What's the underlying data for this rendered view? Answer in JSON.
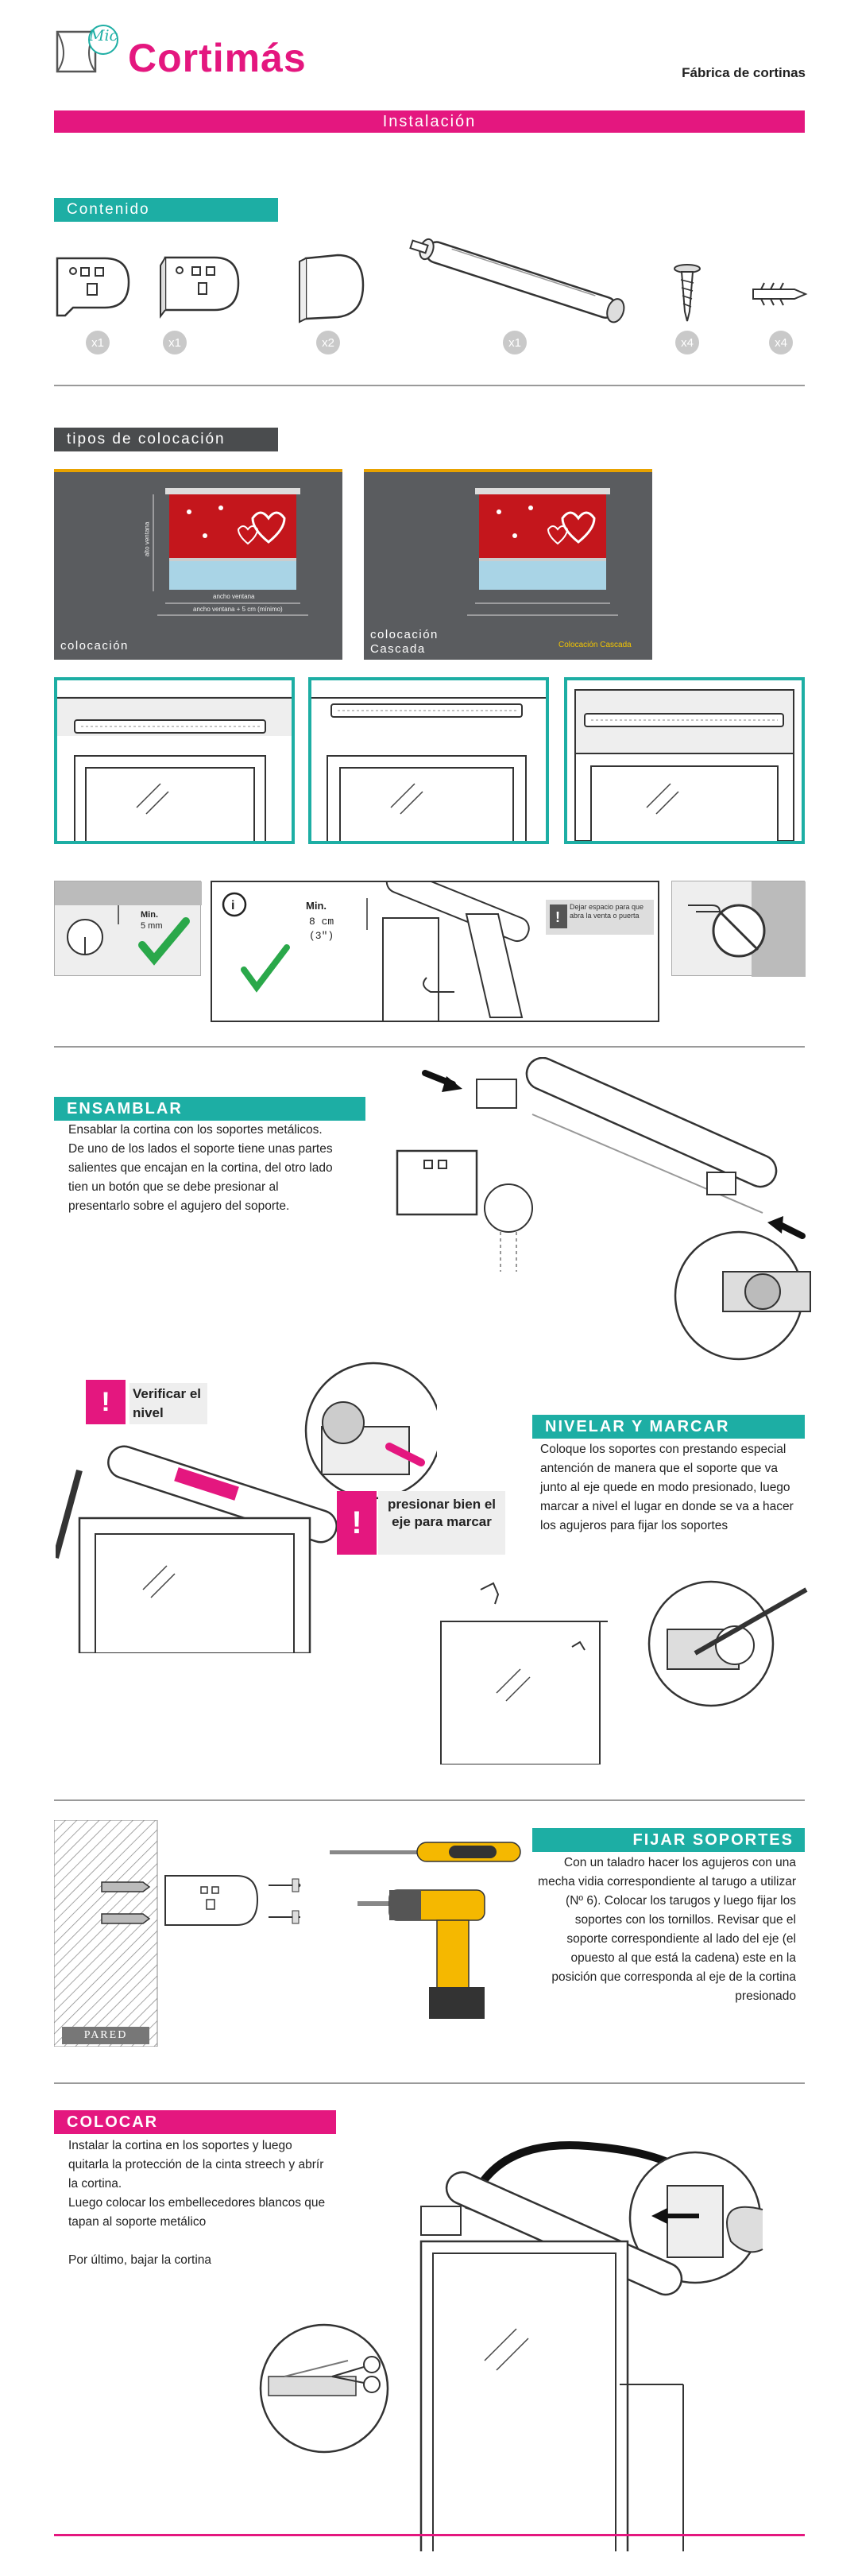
{
  "brand": {
    "logo_text": "Cortimás",
    "logo_badge": "Mic",
    "tagline": "Fábrica de cortinas",
    "accent": "#e4177f",
    "teal": "#1daea4"
  },
  "install_title": "Instalación",
  "contents": {
    "heading": "Contenido",
    "items": [
      {
        "icon": "bracket-left-icon",
        "count": "x1"
      },
      {
        "icon": "bracket-right-icon",
        "count": "x1"
      },
      {
        "icon": "end-cap-icon",
        "count": "x2"
      },
      {
        "icon": "roller-tube-icon",
        "count": "x1"
      },
      {
        "icon": "screw-icon",
        "count": "x4"
      },
      {
        "icon": "wall-plug-icon",
        "count": "x4"
      }
    ]
  },
  "placement": {
    "heading": "tipos de colocación",
    "photo1_caption": "colocación",
    "photo2_caption_line1": "colocación",
    "photo2_caption_line2": "Cascada",
    "photo2_tag": "Colocación Cascada",
    "dim_width": "ancho ventana",
    "dim_width_plus": "ancho ventana + 5 cm (mínimo)",
    "dim_height": "alto ventana"
  },
  "clearance": {
    "min_label": "Min.",
    "min_value": "5 mm",
    "info_min": "Min.",
    "info_cm": "8 cm",
    "info_in": "(3\")",
    "note": "Dejar espacio para que abra la venta o puerta"
  },
  "ensamblar": {
    "heading": "ENSAMBLAR",
    "text": "Ensablar la cortina con los soportes metálicos.\nDe uno de los lados el soporte tiene unas partes salientes que encajan en la cortina, del otro lado tien un botón que se debe presionar al presentarlo sobre el agujero del soporte."
  },
  "nivelar": {
    "heading": "NIVELAR Y MARCAR",
    "check_level": "Verificar el nivel",
    "press_axis": "presionar bien el eje para marcar",
    "text": "Coloque los soportes con prestando especial antención de manera que el soporte que va junto al eje quede en modo presionado, luego marcar a nivel el lugar en donde se va a hacer los agujeros para fijar los soportes"
  },
  "fijar": {
    "heading": "FIJAR SOPORTES",
    "wall_label": "PARED",
    "text": "Con un taladro hacer los agujeros con una mecha vidia correspondiente al tarugo a utilizar (Nº 6). Colocar los tarugos y luego fijar los soportes con los tornillos. Revisar que el soporte correspondiente al lado del eje (el opuesto al que está la cadena) este en la posición que corresponda al eje de la cortina presionado"
  },
  "colocar": {
    "heading": "COLOCAR",
    "text": "Instalar la cortina en los soportes y luego quitarla la protección de la cinta streech y abrír la cortina.\nLuego colocar los embellecedores blancos que tapan al soporte metálico\n\nPor último, bajar la cortina"
  }
}
